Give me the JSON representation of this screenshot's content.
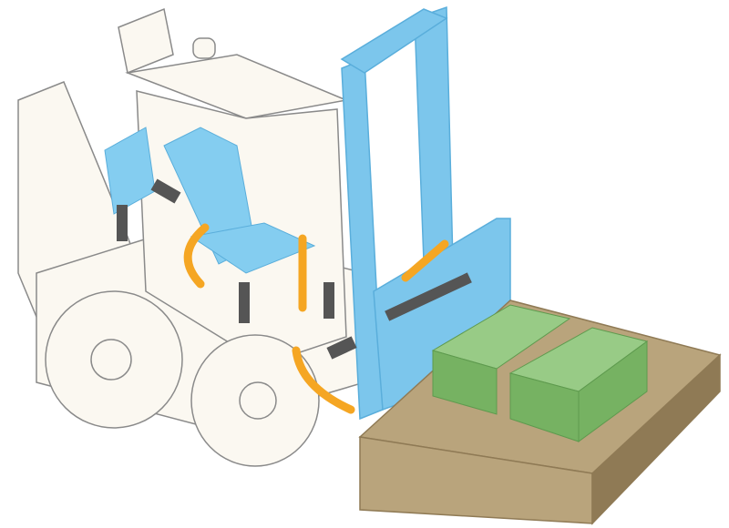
{
  "colors": {
    "background": "#ffffff",
    "body": "#fbf8f1",
    "outline": "#8a8a8a",
    "mast": "#7cc6ec",
    "mast_dark": "#5aaedb",
    "seat": "#84cdf0",
    "load_top": "#98cb86",
    "load_side": "#76b262",
    "pallet": "#b9a47c",
    "pallet_dark": "#8f7a55",
    "arrow": "#f5a623",
    "actuator": "#555555"
  },
  "icons": [
    "forklift-illustration",
    "motion-arrow",
    "linear-actuator"
  ]
}
